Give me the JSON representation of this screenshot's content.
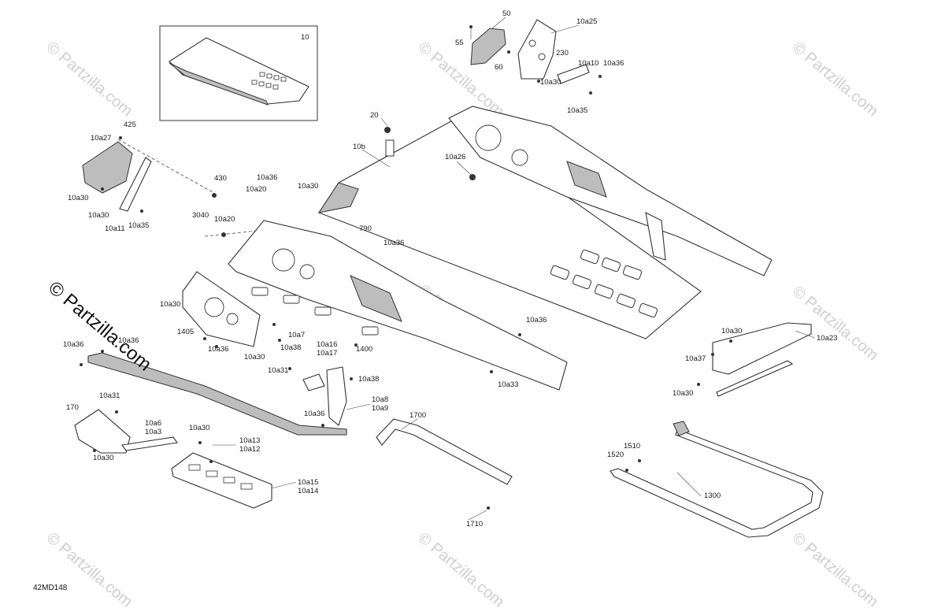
{
  "diagram": {
    "code": "42MD148",
    "watermark": {
      "repeat_text": "© Partzilla.com",
      "main_text": "© Partzilla.com"
    },
    "inset": {
      "label": "10"
    },
    "callouts": [
      "10",
      "50",
      "55",
      "60",
      "10a25",
      "230",
      "10a10",
      "10a36",
      "10a30",
      "10a35",
      "425",
      "10a27",
      "10a30",
      "10a30",
      "10a11",
      "10a35",
      "430",
      "3040",
      "10a20",
      "10a20",
      "10a36",
      "10a30",
      "20",
      "10b",
      "10a26",
      "790",
      "10a36",
      "10a30",
      "1405",
      "10a36",
      "10a30",
      "10a7",
      "10a38",
      "10a36",
      "10a36",
      "10a16",
      "10a17",
      "1400",
      "10a31",
      "10a38",
      "10a33",
      "10a36",
      "10a30",
      "10a23",
      "10a37",
      "10a30",
      "10a31",
      "170",
      "10a6",
      "10a3",
      "10a30",
      "10a30",
      "10a13",
      "10a12",
      "10a8",
      "10a9",
      "10a36",
      "1700",
      "10a15",
      "10a14",
      "1510",
      "1520",
      "1300",
      "1710"
    ]
  }
}
